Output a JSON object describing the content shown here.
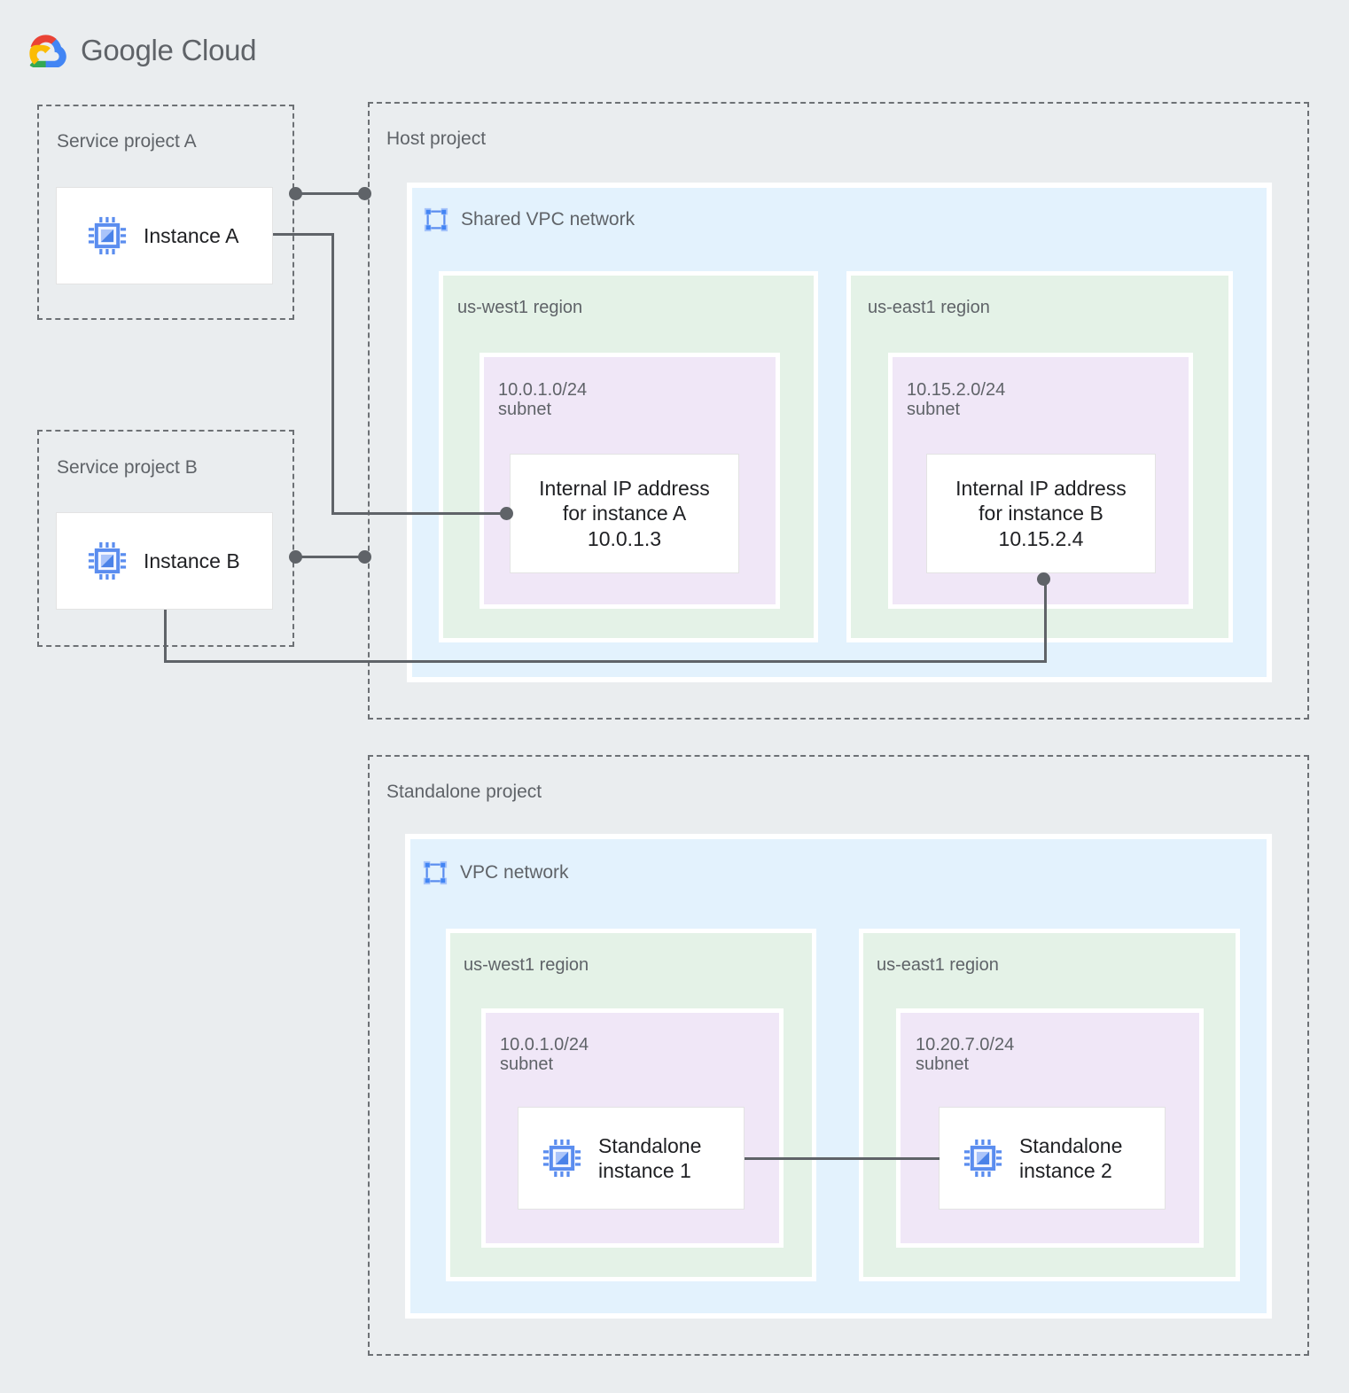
{
  "brand": {
    "logo_icon": "google-cloud-logo-icon",
    "name_bold": "Google",
    "name_light": "Cloud"
  },
  "projects": {
    "service_a": {
      "label": "Service project A"
    },
    "service_b": {
      "label": "Service project B"
    },
    "host": {
      "label": "Host project"
    },
    "standalone": {
      "label": "Standalone project"
    }
  },
  "instances": {
    "a": {
      "label": "Instance A",
      "icon": "compute-instance-icon"
    },
    "b": {
      "label": "Instance B",
      "icon": "compute-instance-icon"
    },
    "standalone_1": {
      "label": "Standalone\ninstance 1",
      "icon": "compute-instance-icon"
    },
    "standalone_2": {
      "label": "Standalone\ninstance 2",
      "icon": "compute-instance-icon"
    }
  },
  "shared_vpc": {
    "title": "Shared VPC network",
    "icon": "vpc-network-icon",
    "regions": [
      {
        "label": "us-west1 region",
        "subnet": {
          "label": "10.0.1.0/24\nsubnet",
          "cidr": "10.0.1.0/24"
        },
        "resource": {
          "text": "Internal IP address\nfor instance A\n10.0.1.3",
          "ip": "10.0.1.3"
        }
      },
      {
        "label": "us-east1 region",
        "subnet": {
          "label": "10.15.2.0/24\nsubnet",
          "cidr": "10.15.2.0/24"
        },
        "resource": {
          "text": "Internal IP address\nfor instance B\n10.15.2.4",
          "ip": "10.15.2.4"
        }
      }
    ]
  },
  "standalone_vpc": {
    "title": "VPC network",
    "icon": "vpc-network-icon",
    "regions": [
      {
        "label": "us-west1 region",
        "subnet": {
          "label": "10.0.1.0/24\nsubnet",
          "cidr": "10.0.1.0/24"
        }
      },
      {
        "label": "us-east1 region",
        "subnet": {
          "label": "10.20.7.0/24\nsubnet",
          "cidr": "10.20.7.0/24"
        }
      }
    ]
  },
  "colors": {
    "page_background": "#eaedef",
    "vpc_fill": "#e3f2fd",
    "region_fill": "#e4f2e7",
    "subnet_fill": "#f0e7f7",
    "card_fill": "#ffffff",
    "border_dashed": "#6d7175",
    "connector": "#5f6368",
    "text_muted": "#5f6368",
    "text_primary": "#202124",
    "icon_blue": "#5b8def",
    "logo_red": "#ea4335",
    "logo_yellow": "#fbbc04",
    "logo_green": "#34a853",
    "logo_blue": "#4285f4"
  }
}
